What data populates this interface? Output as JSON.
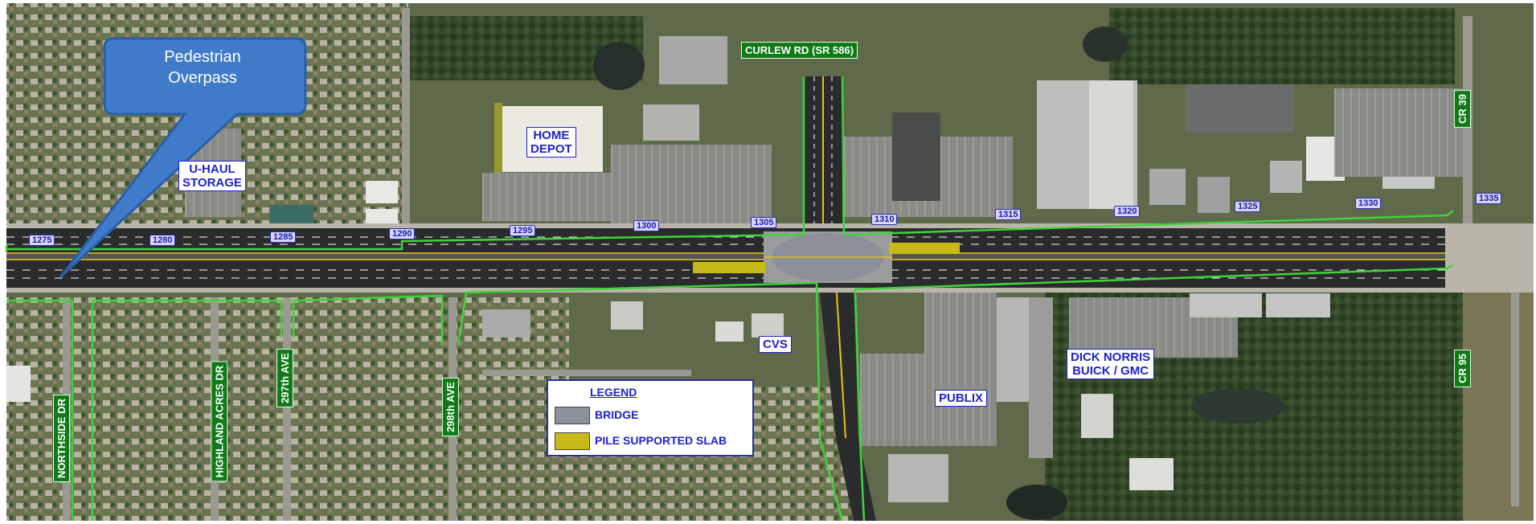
{
  "callout": {
    "text_line1": "Pedestrian",
    "text_line2": "Overpass"
  },
  "streets": {
    "curlew_rd": "CURLEW RD (SR 586)",
    "cr39": "CR 39",
    "cr95": "CR 95",
    "northside_dr": "NORTHSIDE DR",
    "highland_acres_dr": "HIGHLAND ACRES DR",
    "ave_297": "297th AVE",
    "ave_298": "298th AVE"
  },
  "businesses": {
    "home_depot_1": "HOME",
    "home_depot_2": "DEPOT",
    "uhaul_1": "U-HAUL",
    "uhaul_2": "STORAGE",
    "cvs": "CVS",
    "publix": "PUBLIX",
    "dick_norris_1": "DICK NORRIS",
    "dick_norris_2": "BUICK / GMC"
  },
  "stations": [
    "1275",
    "1280",
    "1285",
    "1290",
    "1295",
    "1300",
    "1305",
    "1310",
    "1315",
    "1320",
    "1325",
    "1330",
    "1335"
  ],
  "legend": {
    "title": "LEGEND",
    "items": [
      {
        "label": "BRIDGE",
        "color": "#8d8f9a"
      },
      {
        "label": "PILE SUPPORTED SLAB",
        "color": "#c9b81a"
      }
    ]
  },
  "colors": {
    "aerial_base": "#5f6a4a",
    "road_surface": "#2a2b2c",
    "green_outline": "#3fd43a",
    "lane_yellow": "#e8c21a",
    "callout_fill": "#3f7bc8",
    "callout_border": "#2b5ea8"
  }
}
